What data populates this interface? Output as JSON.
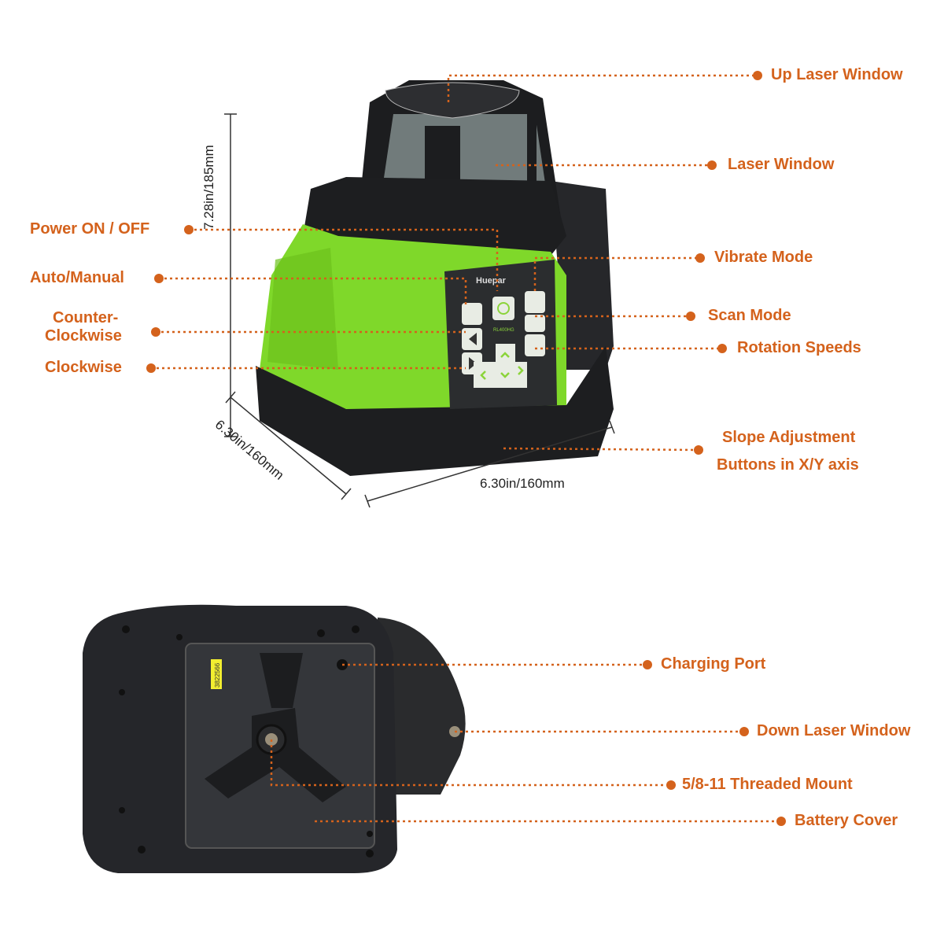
{
  "colors": {
    "accent": "#d4621c",
    "device_green": "#7fd82a",
    "device_black": "#1e1f21"
  },
  "brand": "Huepar",
  "model": "RL400HG",
  "serial_sticker": "3822566",
  "dimensions": {
    "height": "7.28in/185mm",
    "depth": "6.30in/160mm",
    "width": "6.30in/160mm"
  },
  "labels": {
    "up_laser_window": "Up Laser Window",
    "laser_window": "Laser Window",
    "power": "Power ON / OFF",
    "auto_manual": "Auto/Manual",
    "counter_clockwise_1": "Counter-",
    "counter_clockwise_2": "Clockwise",
    "clockwise": "Clockwise",
    "vibrate_mode": "Vibrate Mode",
    "scan_mode": "Scan Mode",
    "rotation_speeds": "Rotation Speeds",
    "slope_1": "Slope Adjustment",
    "slope_2": "Buttons in X/Y axis",
    "charging_port": "Charging Port",
    "down_laser_window": "Down Laser Window",
    "threaded_mount": "5/8-11 Threaded Mount",
    "battery_cover": "Battery Cover"
  }
}
